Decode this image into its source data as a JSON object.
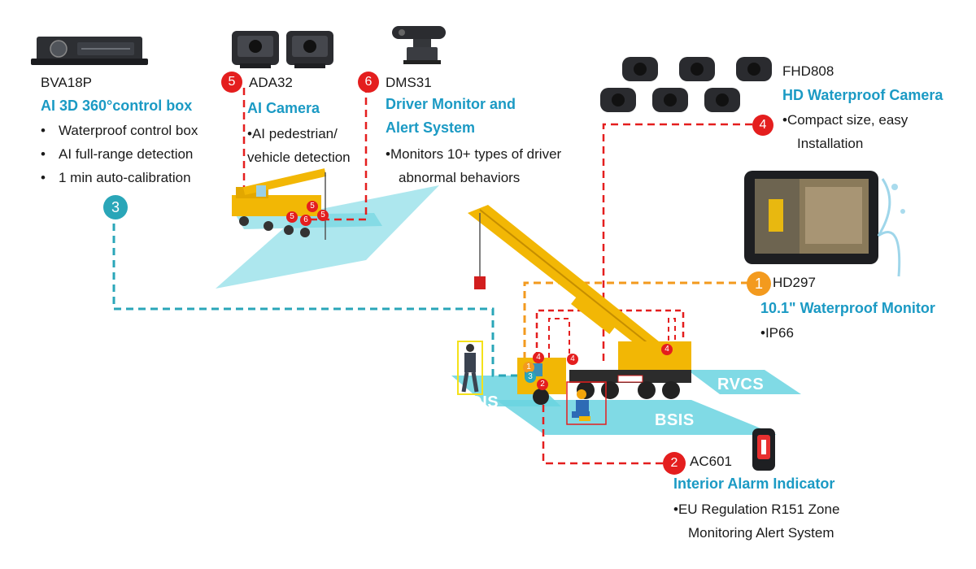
{
  "colors": {
    "accent": "#1b9ac4",
    "red": "#e41e1e",
    "orange": "#f39a1e",
    "teal": "#2aa6b8",
    "zone": "#6ad3e0"
  },
  "products": {
    "control_box": {
      "model": "BVA18P",
      "title": "AI 3D 360°control box",
      "badge": "3",
      "features": [
        "Waterproof control box",
        "AI full-range detection",
        "1 min auto-calibration"
      ]
    },
    "ai_camera": {
      "model": "ADA32",
      "title": "AI Camera",
      "badge": "5",
      "features": [
        "AI pedestrian/",
        "vehicle detection"
      ]
    },
    "dms": {
      "model": "DMS31",
      "title_line1": "Driver Monitor and",
      "title_line2": "Alert System",
      "badge": "6",
      "features": [
        "Monitors 10+ types of driver",
        "abnormal behaviors"
      ]
    },
    "hd_camera": {
      "model": "FHD808",
      "title": "HD Waterproof Camera",
      "badge": "4",
      "features": [
        "Compact size, easy",
        "Installation"
      ]
    },
    "monitor": {
      "model": "HD297",
      "title": "10.1\" Waterproof Monitor",
      "badge": "1",
      "features": [
        "IP66"
      ]
    },
    "alarm": {
      "model": "AC601",
      "title": "Interior Alarm Indicator",
      "badge": "2",
      "features": [
        "EU Regulation R151 Zone",
        "Monitoring Alert System"
      ]
    }
  },
  "zones": {
    "mois": "MOIS",
    "bsis": "BSIS",
    "rvcs": "RVCS"
  },
  "crane_badges": {
    "b4a": "4",
    "b4b": "4",
    "b4c": "4",
    "b1": "1",
    "b3": "3",
    "b2": "2",
    "s5a": "5",
    "s5b": "5",
    "s5c": "5",
    "s6": "6"
  },
  "icons": [
    "control-box-icon",
    "ai-camera-icon",
    "dms-camera-icon",
    "hd-camera-icon",
    "monitor-icon",
    "alarm-indicator-icon",
    "crane-truck-illustration",
    "pedestrian-icon",
    "worker-icon"
  ]
}
